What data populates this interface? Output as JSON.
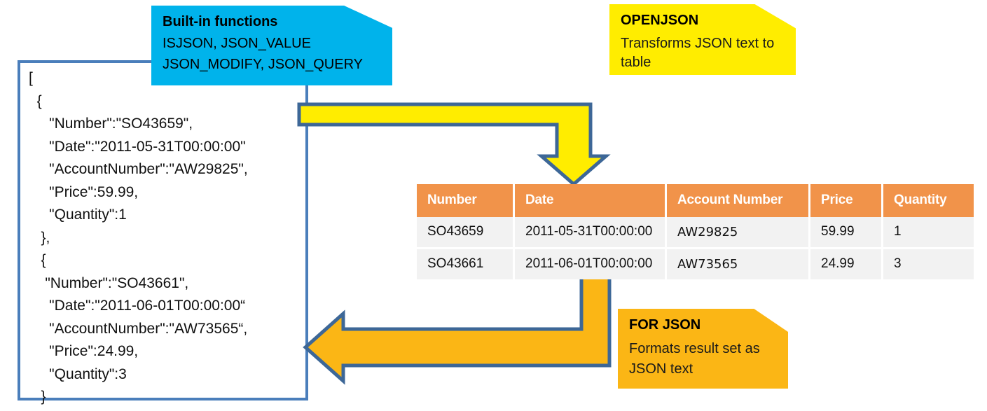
{
  "json_panel": {
    "name": "json-document",
    "text": "[\n  {\n     \"Number\":\"SO43659\",\n     \"Date\":\"2011-05-31T00:00:00\"\n     \"AccountNumber\":\"AW29825\",\n     \"Price\":59.99,\n     \"Quantity\":1\n   },\n   {\n    \"Number\":\"SO43661\",\n     \"Date\":\"2011-06-01T00:00:00“\n     \"AccountNumber\":\"AW73565“,\n     \"Price\":24.99,\n     \"Quantity\":3\n   }\n]"
  },
  "callouts": {
    "built_in": {
      "title": "Built-in functions",
      "body": "ISJSON, JSON_VALUE\nJSON_MODIFY, JSON_QUERY",
      "color": "#00b3eb"
    },
    "openjson": {
      "title": "OPENJSON",
      "body": "Transforms JSON text to table",
      "color": "#ffed00"
    },
    "for_json": {
      "title": "FOR JSON",
      "body": "Formats result set as JSON text",
      "color": "#fbb615"
    }
  },
  "arrows": {
    "openjson_arrow": {
      "label": "openjson-flow-arrow",
      "direction": "right-then-down",
      "fill": "#ffed00",
      "stroke": "#3d6797"
    },
    "for_json_arrow": {
      "label": "for-json-flow-arrow",
      "direction": "down-then-left",
      "fill": "#fbb615",
      "stroke": "#3d6797"
    }
  },
  "table": {
    "header_color": "#f1934a",
    "row_color": "#f2f2f2",
    "columns": [
      "Number",
      "Date",
      "Account Number",
      "Price",
      "Quantity"
    ],
    "rows": [
      [
        "SO43659",
        "2011-05-31T00:00:00",
        "AW29825",
        "59.99",
        "1"
      ],
      [
        "SO43661",
        "2011-06-01T00:00:00",
        "AW73565",
        "24.99",
        "3"
      ]
    ]
  }
}
